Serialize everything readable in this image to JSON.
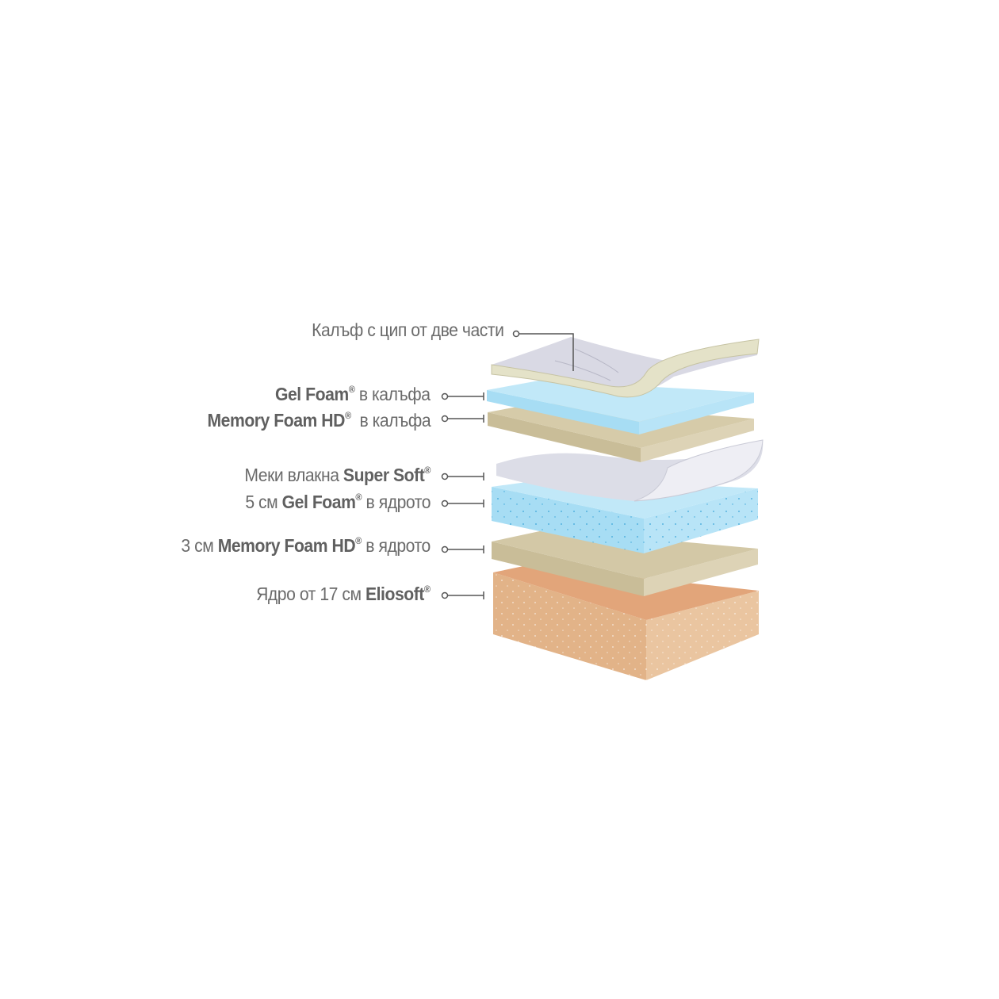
{
  "title": "Mattress layers",
  "labels": [
    {
      "id": "cover",
      "parts": [
        {
          "text": "Калъф с цип от две части",
          "bold": false
        }
      ]
    },
    {
      "id": "gel-cover",
      "parts": [
        {
          "text": "Gel Foam",
          "bold": true
        },
        {
          "text": "®",
          "bold": true,
          "sup": true
        },
        {
          "text": " в калъфа",
          "bold": false
        }
      ]
    },
    {
      "id": "memory-cover",
      "parts": [
        {
          "text": "Memory Foam HD",
          "bold": true
        },
        {
          "text": "®",
          "bold": true,
          "sup": true
        },
        {
          "text": "  в калъфа",
          "bold": false
        }
      ]
    },
    {
      "id": "super-soft",
      "parts": [
        {
          "text": "Меки влакна ",
          "bold": false
        },
        {
          "text": "Super Soft",
          "bold": true
        },
        {
          "text": "®",
          "bold": true,
          "sup": true
        }
      ]
    },
    {
      "id": "gel-core",
      "parts": [
        {
          "text": "5 см ",
          "bold": false
        },
        {
          "text": "Gel Foam",
          "bold": true
        },
        {
          "text": "®",
          "bold": true,
          "sup": true
        },
        {
          "text": " в ядрото",
          "bold": false
        }
      ]
    },
    {
      "id": "memory-core",
      "parts": [
        {
          "text": "3 см ",
          "bold": false
        },
        {
          "text": "Memory Foam HD",
          "bold": true
        },
        {
          "text": "®",
          "bold": true,
          "sup": true
        },
        {
          "text": " в ядрото",
          "bold": false
        }
      ]
    },
    {
      "id": "eliosoft-core",
      "parts": [
        {
          "text": "Ядро от 17 см ",
          "bold": false
        },
        {
          "text": "Eliosoft",
          "bold": true
        },
        {
          "text": "®",
          "bold": true,
          "sup": true
        }
      ]
    }
  ],
  "colors": {
    "text": "#6b6b6b",
    "line": "#555555",
    "gel": "#a9e1f7",
    "memory": "#d9cfae",
    "core": "#e9bf96",
    "fiber": "#dfe0ea",
    "cover": "#e6e4cc"
  }
}
